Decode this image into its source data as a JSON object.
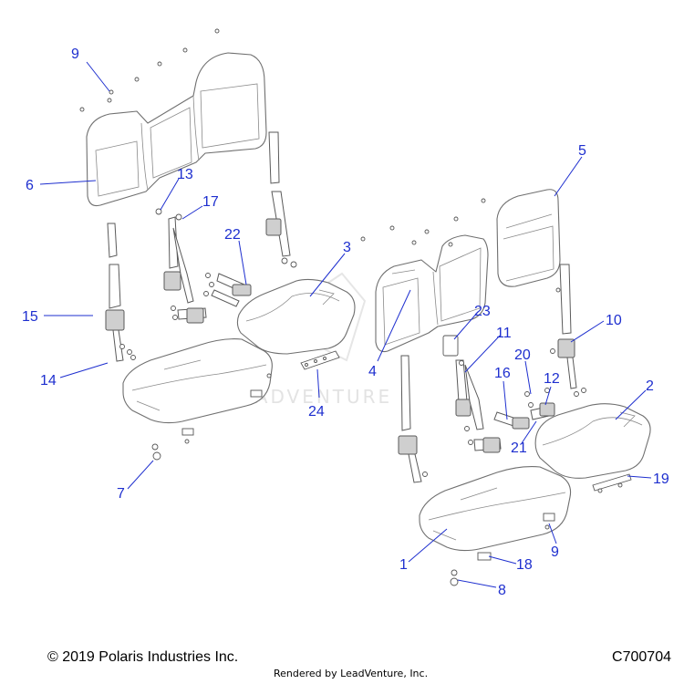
{
  "callouts": [
    {
      "id": "9a",
      "label": "9"
    },
    {
      "id": "6",
      "label": "6"
    },
    {
      "id": "13",
      "label": "13"
    },
    {
      "id": "17",
      "label": "17"
    },
    {
      "id": "22",
      "label": "22"
    },
    {
      "id": "3",
      "label": "3"
    },
    {
      "id": "15",
      "label": "15"
    },
    {
      "id": "14",
      "label": "14"
    },
    {
      "id": "24",
      "label": "24"
    },
    {
      "id": "7",
      "label": "7"
    },
    {
      "id": "5",
      "label": "5"
    },
    {
      "id": "23",
      "label": "23"
    },
    {
      "id": "11",
      "label": "11"
    },
    {
      "id": "4",
      "label": "4"
    },
    {
      "id": "10",
      "label": "10"
    },
    {
      "id": "20",
      "label": "20"
    },
    {
      "id": "16",
      "label": "16"
    },
    {
      "id": "12",
      "label": "12"
    },
    {
      "id": "2",
      "label": "2"
    },
    {
      "id": "21",
      "label": "21"
    },
    {
      "id": "19",
      "label": "19"
    },
    {
      "id": "1",
      "label": "1"
    },
    {
      "id": "18",
      "label": "18"
    },
    {
      "id": "9b",
      "label": "9"
    },
    {
      "id": "8",
      "label": "8"
    }
  ],
  "footer": {
    "copyright": "© 2019 Polaris Industries Inc.",
    "rendered_by": "Rendered by LeadVenture, Inc.",
    "diagram_code": "C700704"
  },
  "watermark": {
    "text": "LEADVENTURE"
  },
  "colors": {
    "callout": "#1e2fcf",
    "line_art": "#6f6f6f"
  }
}
